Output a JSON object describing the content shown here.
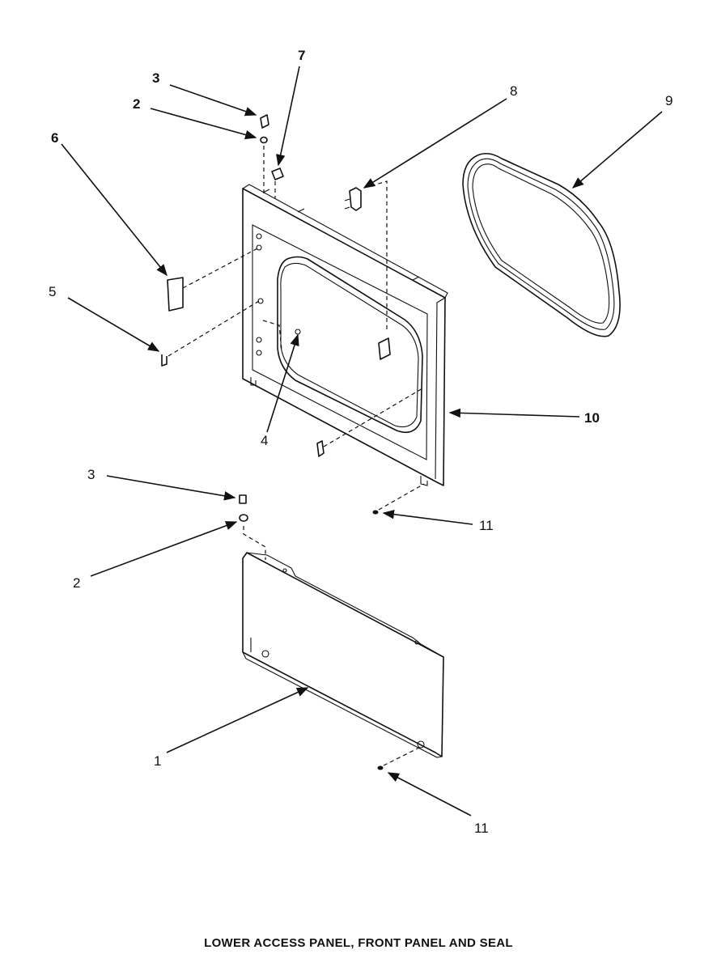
{
  "caption": "LOWER ACCESS PANEL, FRONT PANEL AND SEAL",
  "callouts": {
    "c1": "1",
    "c2a": "2",
    "c2b": "2",
    "c3a": "3",
    "c3b": "3",
    "c4": "4",
    "c5": "5",
    "c6": "6",
    "c7": "7",
    "c8": "8",
    "c9": "9",
    "c10": "10",
    "c11a": "11",
    "c11b": "11"
  }
}
